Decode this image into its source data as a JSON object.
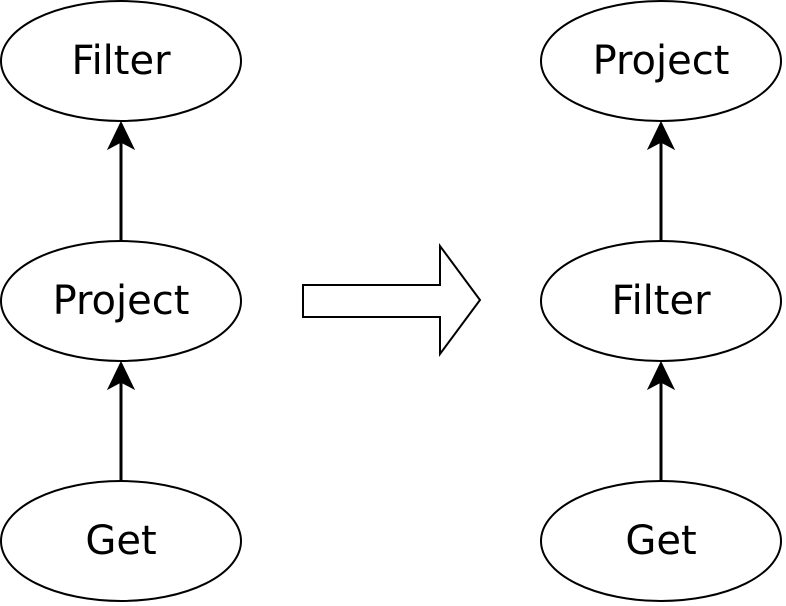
{
  "diagram": {
    "before": {
      "nodes": {
        "top": "Filter",
        "middle": "Project",
        "bottom": "Get"
      }
    },
    "after": {
      "nodes": {
        "top": "Project",
        "middle": "Filter",
        "bottom": "Get"
      }
    }
  },
  "colors": {
    "stroke": "#000000",
    "background": "#ffffff"
  },
  "icons": {
    "transform": "right-arrow-icon"
  }
}
